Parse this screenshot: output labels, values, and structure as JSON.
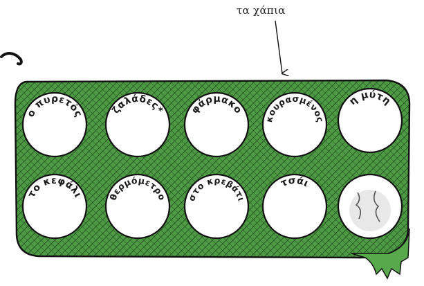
{
  "callout_label": "τα χάπια",
  "colors": {
    "blister_green": "#4e9a45",
    "hatch_dark": "#1f4a1c",
    "outline": "#111111",
    "pill_fill": "#ffffff"
  },
  "pills": {
    "row1": [
      {
        "label": "ο πυρετός"
      },
      {
        "label": "ζαλάδες*"
      },
      {
        "label": "φάρμακο"
      },
      {
        "label": "κουρασμένος"
      },
      {
        "label": "η μύτη"
      }
    ],
    "row2": [
      {
        "label": "το κεφάλι"
      },
      {
        "label": "θερμόμετρο"
      },
      {
        "label": "στο κρεβάτι"
      },
      {
        "label": "τσάι"
      },
      {
        "label": ""
      }
    ]
  }
}
